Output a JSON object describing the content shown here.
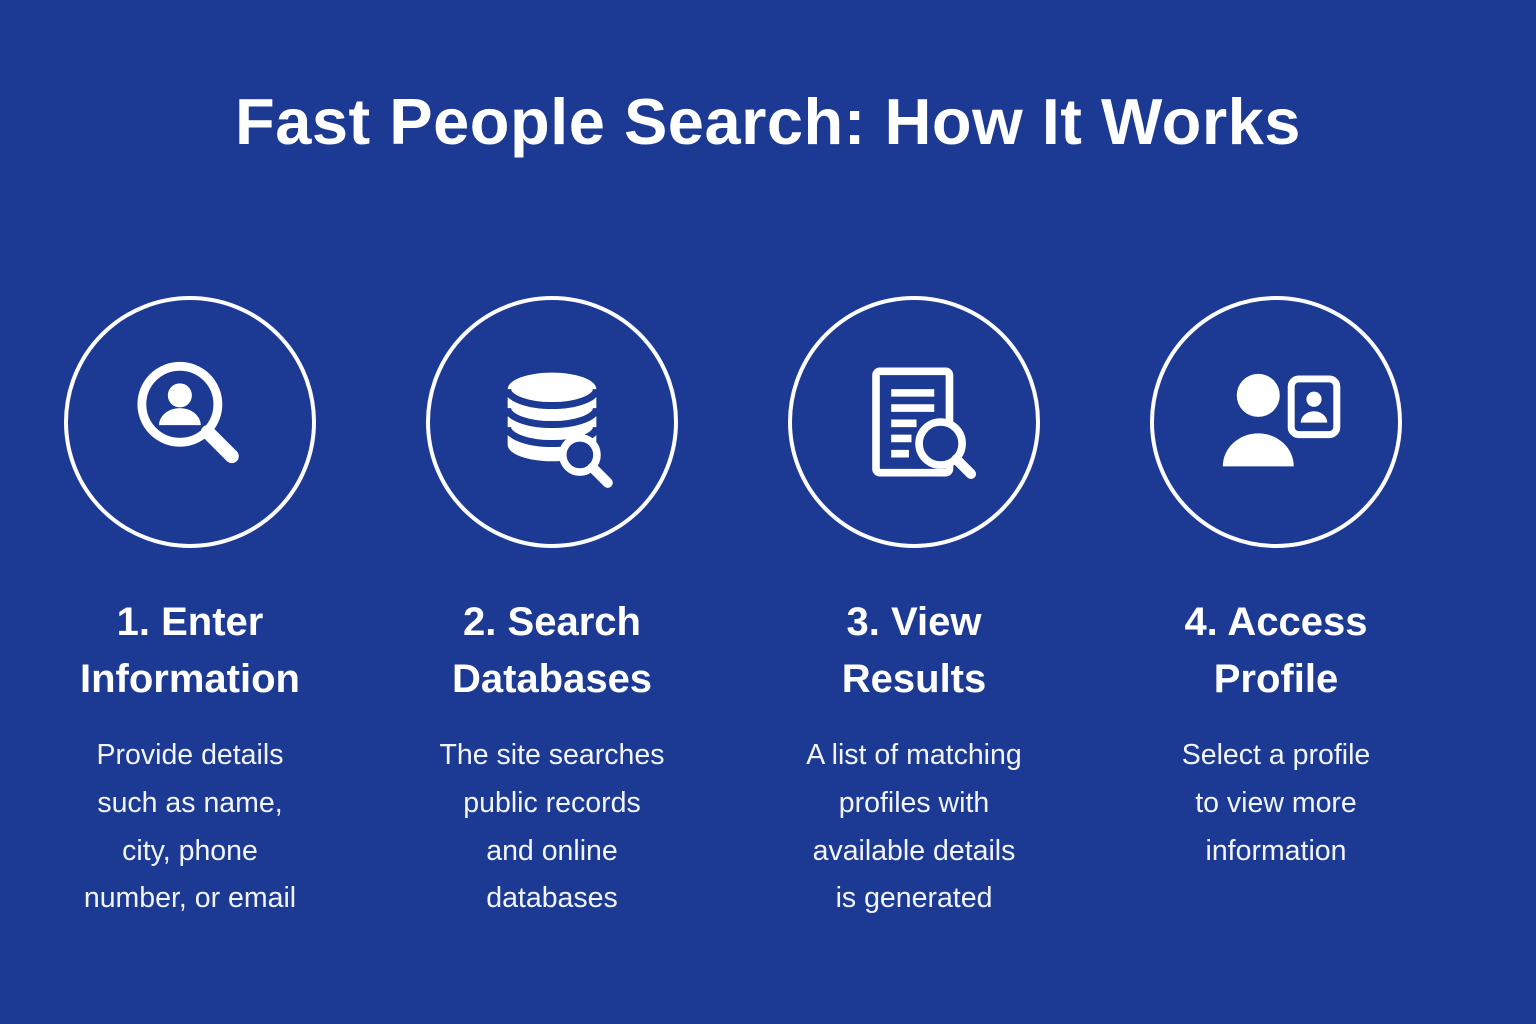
{
  "page": {
    "title": "Fast People Search: How It Works",
    "background_color": "#1c3a93",
    "text_color": "#ffffff",
    "accent_color": "#ffffff"
  },
  "steps": [
    {
      "icon": "person-search-icon",
      "heading": "1. Enter\nInformation",
      "description": "Provide details\nsuch as name,\ncity, phone\nnumber, or email"
    },
    {
      "icon": "database-search-icon",
      "heading": "2. Search\nDatabases",
      "description": "The site searches\npublic records\nand online\ndatabases"
    },
    {
      "icon": "document-results-icon",
      "heading": "3. View\nResults",
      "description": "A list of matching\nprofiles with\navailable details\nis generated"
    },
    {
      "icon": "profile-card-icon",
      "heading": "4. Access\nProfile",
      "description": "Select a profile\nto view more\ninformation"
    }
  ]
}
